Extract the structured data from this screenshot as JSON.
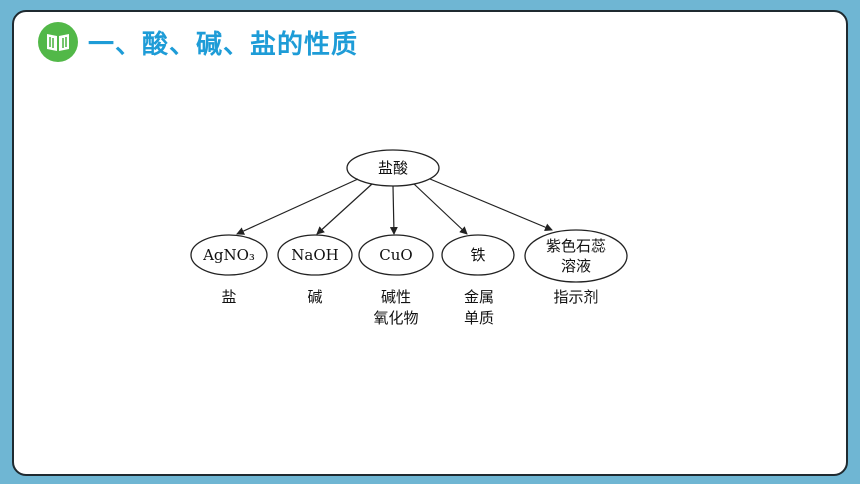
{
  "slide": {
    "title": "一、酸、碱、盐的性质",
    "icon": "book-icon",
    "colors": {
      "background": "#6fb6d3",
      "title": "#1e9cd7",
      "badge": "#52b848"
    }
  },
  "diagram": {
    "root": "盐酸",
    "nodes": [
      {
        "label": "AgNO₃",
        "caption": [
          "盐"
        ]
      },
      {
        "label": "NaOH",
        "caption": [
          "碱"
        ]
      },
      {
        "label": "CuO",
        "caption": [
          "碱性",
          "氧化物"
        ]
      },
      {
        "label": "铁",
        "caption": [
          "金属",
          "单质"
        ]
      },
      {
        "label": [
          "紫色石蕊",
          "溶液"
        ],
        "caption": [
          "指示剂"
        ]
      }
    ]
  }
}
